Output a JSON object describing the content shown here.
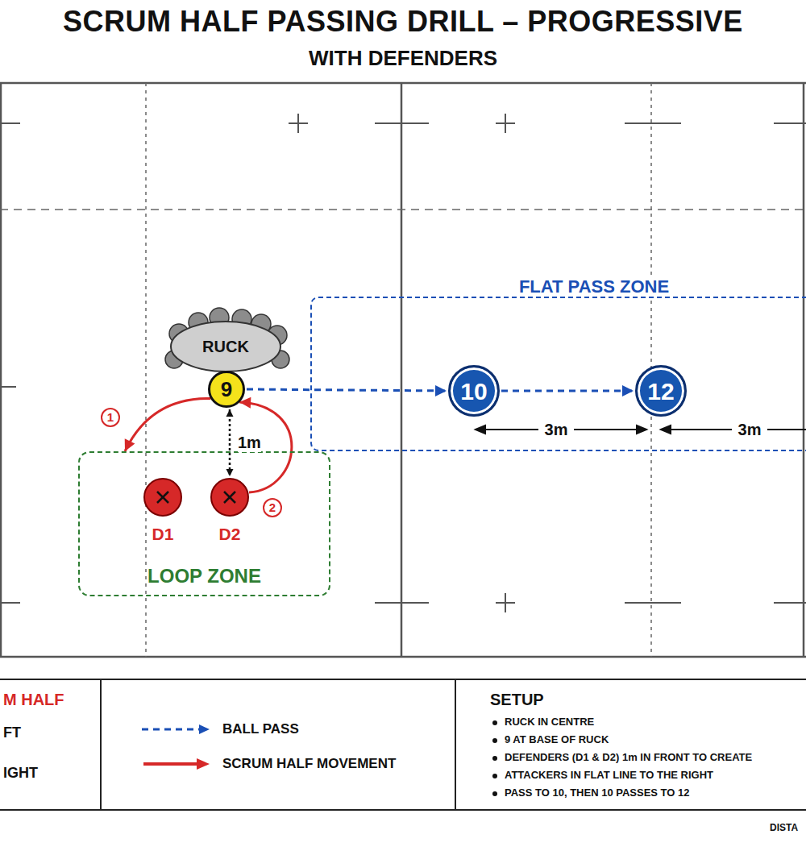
{
  "diagram": {
    "title": "SCRUM HALF PASSING DRILL – PROGRESSIVE",
    "nodes": [
      {
        "text": [
          "RUCK"
        ]
      },
      {
        "text": [
          "9"
        ]
      },
      {
        "text": [
          "FLAT PASS ZONE"
        ]
      },
      {
        "text": [
          "10"
        ],
        "in": 2
      },
      {
        "text": [
          "12"
        ],
        "in": 2
      },
      {
        "text": [
          "LOOP ZONE"
        ]
      },
      {
        "text": [
          "D1"
        ],
        "in": 5
      },
      {
        "text": [
          "D2"
        ],
        "in": 5
      }
    ],
    "edges": [
      {
        "from": 1,
        "to": 3,
        "arrow": "to"
      },
      {
        "from": 3,
        "to": 4,
        "arrow": "to"
      },
      {
        "from": 1,
        "to": 7,
        "arrow": "both",
        "label": "1m"
      },
      {
        "from": 1,
        "to": 5,
        "arrow": "to",
        "label": "1"
      },
      {
        "from": 7,
        "to": 1,
        "arrow": "to",
        "label": "2"
      }
    ],
    "labels": [
      "WITH DEFENDERS",
      "3m",
      "3m",
      "M HALF",
      "FT",
      "IGHT",
      "SETUP",
      "RUCK IN CENTRE",
      "9 AT BASE OF RUCK",
      "DEFENDERS (D1 & D2) 1m IN FRONT TO CREATE",
      "ATTACKERS IN FLAT LINE TO THE RIGHT",
      "PASS TO 10, THEN 10 PASSES TO 12",
      "DISTA"
    ],
    "legend": [
      {
        "text": "BALL PASS"
      },
      {
        "text": "SCRUM HALF MOVEMENT"
      }
    ]
  }
}
